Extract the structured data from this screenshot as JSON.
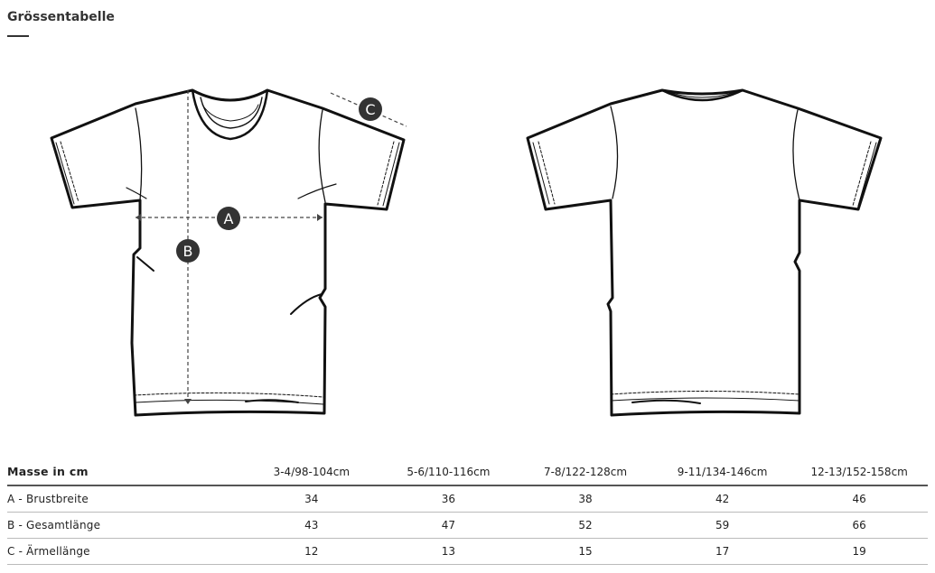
{
  "page": {
    "title": "Grössentabelle"
  },
  "markers": {
    "a": "A",
    "b": "B",
    "c": "C"
  },
  "table": {
    "header_label": "Masse in cm",
    "columns": [
      "3-4/98-104cm",
      "5-6/110-116cm",
      "7-8/122-128cm",
      "9-11/134-146cm",
      "12-13/152-158cm"
    ],
    "rows": [
      {
        "label": "A - Brustbreite",
        "values": [
          "34",
          "36",
          "38",
          "42",
          "46"
        ]
      },
      {
        "label": "B - Gesamtlänge",
        "values": [
          "43",
          "47",
          "52",
          "59",
          "66"
        ]
      },
      {
        "label": "C - Ärmellänge",
        "values": [
          "12",
          "13",
          "15",
          "17",
          "19"
        ]
      }
    ]
  }
}
